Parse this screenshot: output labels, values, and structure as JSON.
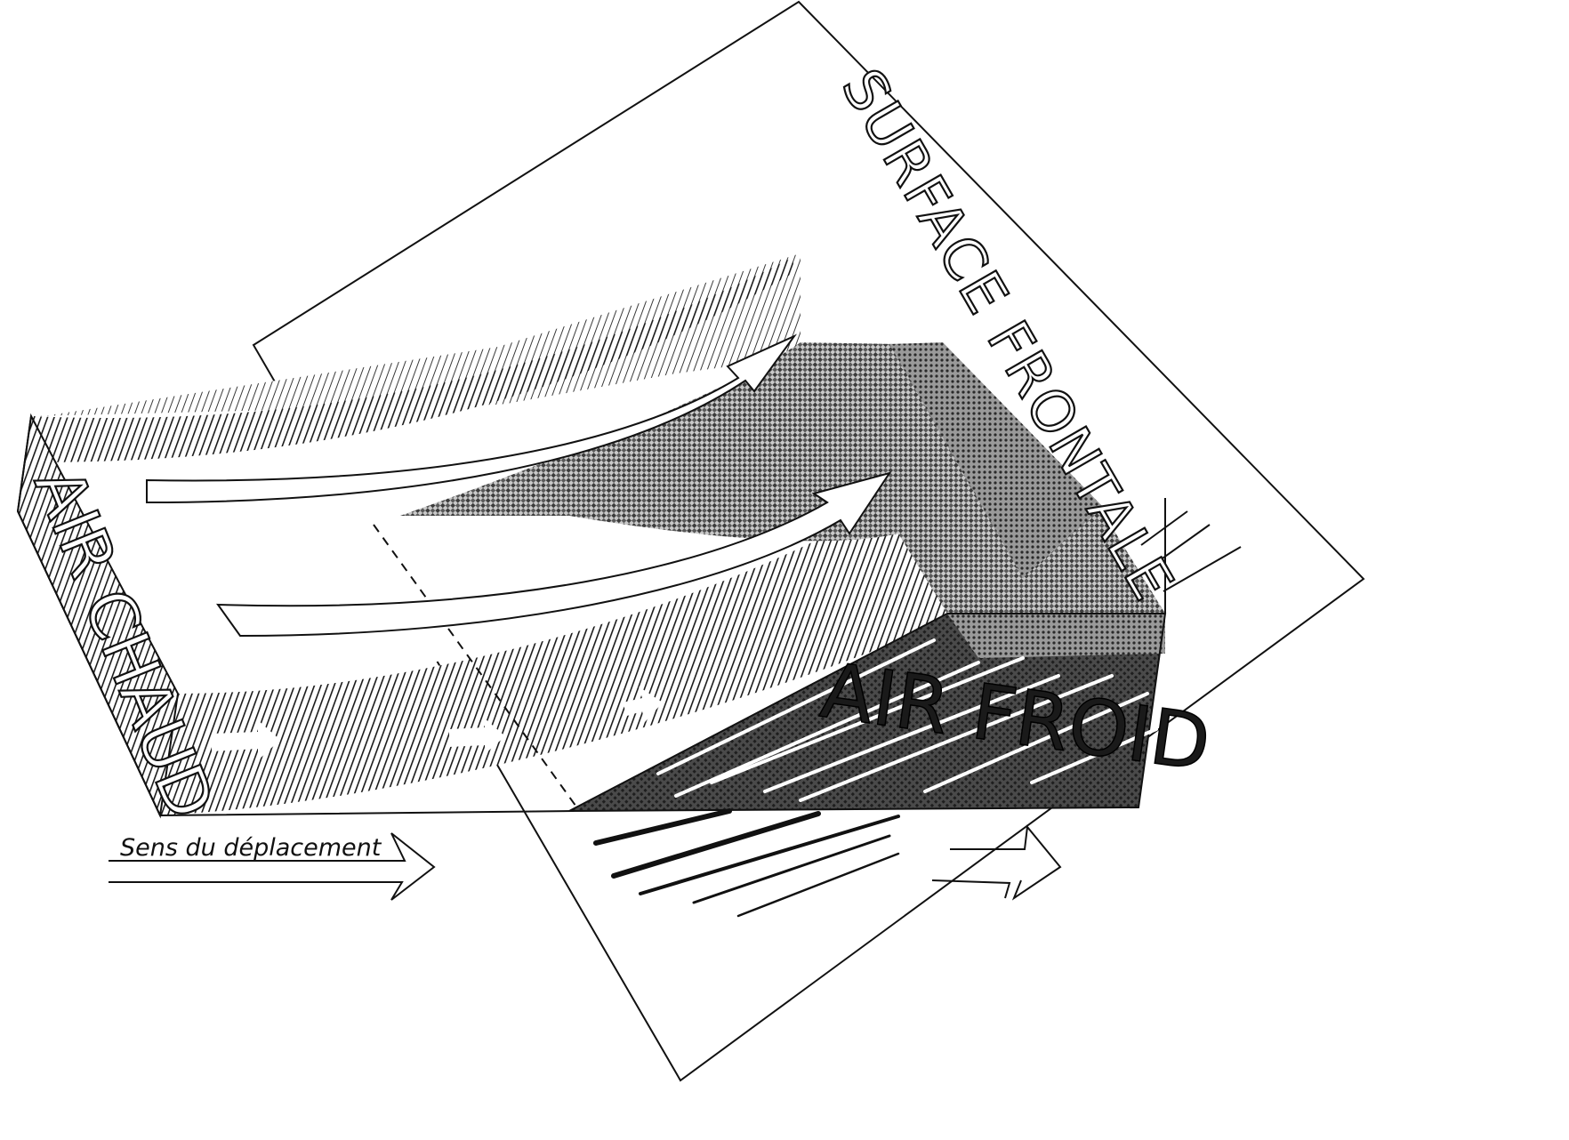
{
  "figure": {
    "labels": {
      "surface": "SURFACE FRONTALE",
      "warm_air": "AIR CHAUD",
      "cold_air": "AIR FROID",
      "movement": "Sens du déplacement"
    }
  }
}
